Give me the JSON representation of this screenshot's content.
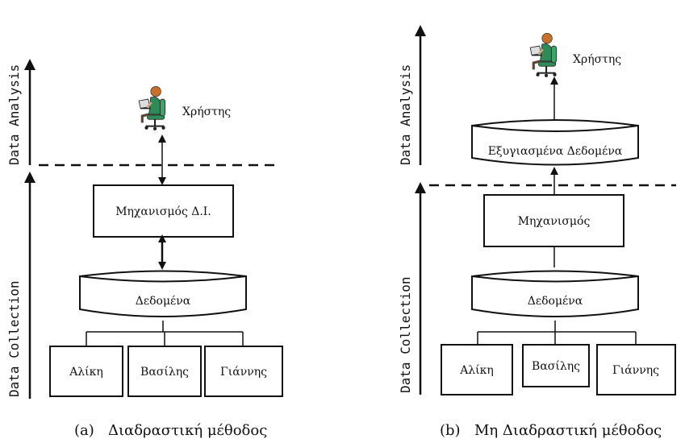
{
  "panel_a": {
    "axis_top": "Data Analysis",
    "axis_bottom": "Data Collection",
    "user_label": "Χρήστης",
    "mechanism": "Μηχανισμός Δ.Ι.",
    "data": "Δεδομένα",
    "sources": [
      "Αλίκη",
      "Βασίλης",
      "Γιάννης"
    ],
    "caption_tag": "(a)",
    "caption": "Διαδραστική μέθοδος"
  },
  "panel_b": {
    "axis_top": "Data Analysis",
    "axis_bottom": "Data Collection",
    "user_label": "Χρήστης",
    "sanitized": "Εξυγιασμένα Δεδομένα",
    "mechanism": "Μηχανισμός",
    "data": "Δεδομένα",
    "sources": [
      "Αλίκη",
      "Βασίλης",
      "Γιάννης"
    ],
    "caption_tag": "(b)",
    "caption": "Μη Διαδραστική μέθοδος"
  },
  "colors": {
    "stroke": "#111111",
    "user_shirt": "#2e8b57",
    "user_hair": "#c8702a"
  },
  "icons": {
    "user": "person-at-laptop-icon"
  }
}
